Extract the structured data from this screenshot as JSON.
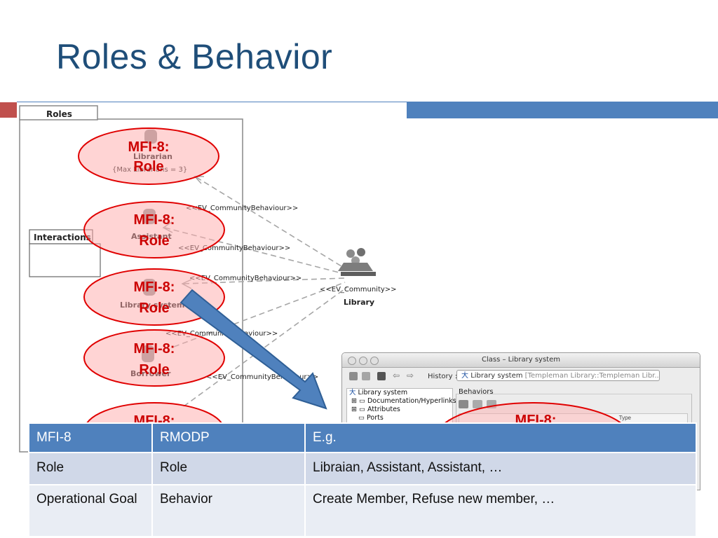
{
  "slide": {
    "title": "Roles & Behavior"
  },
  "diagram": {
    "roles_box_label": "Roles",
    "interactions_box_label": "Interactions",
    "librarian_name": "Librarian",
    "librarian_constraint": "{Max Librarians = 3}",
    "assistant_name": "Assistant",
    "library_system_name": "Library system",
    "borrower_name": "Borrower",
    "community_behaviour_stereo": "<<EV_CommunityBehaviour>>",
    "community_stereo": "<<EV_Community>>",
    "community_name": "Library",
    "oval_line1": "MFI-8:",
    "oval_line2": "Role"
  },
  "class_window": {
    "title": "Class – Library system",
    "history_label": "History :",
    "history_value": "Library system",
    "history_path": "[Templeman Library::Templeman Libr...",
    "tree_items": [
      "Library system",
      "Documentation/Hyperlinks",
      "Attributes",
      "Ports"
    ],
    "behaviors_label": "Behaviors",
    "column_type": "Type"
  },
  "table": {
    "headers": [
      "MFI-8",
      "RMODP",
      "E.g."
    ],
    "rows": [
      [
        "Role",
        "Role",
        "Libraian, Assistant, Assistant, …"
      ],
      [
        "Operational Goal",
        "Behavior",
        "Create Member, Refuse  new member, …"
      ]
    ]
  }
}
